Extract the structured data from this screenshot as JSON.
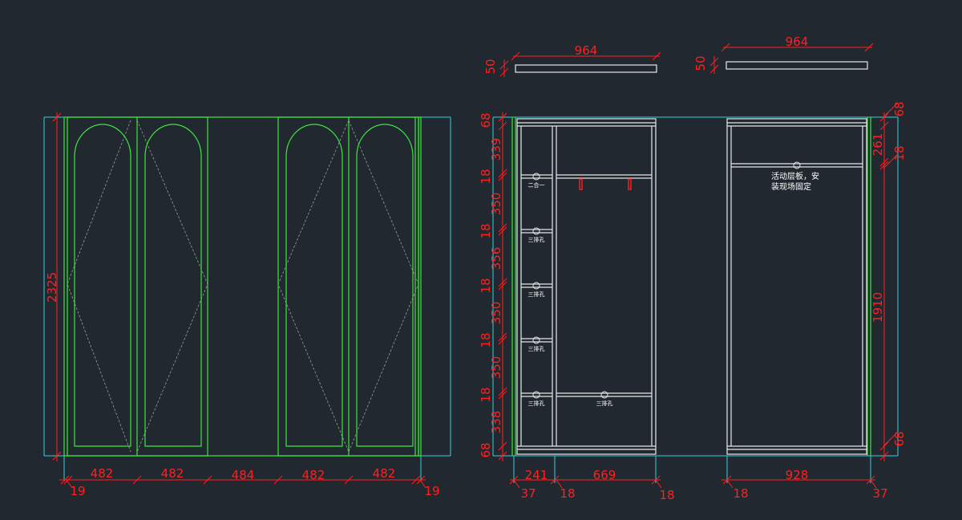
{
  "colors": {
    "background": "#212830",
    "cabinet_green": "#3ce83c",
    "dimension_red": "#ff2020",
    "extension_cyan": "#38d0e0",
    "carcass_white": "#e8e8e8",
    "swing_line_gray": "#9a9a9a"
  },
  "left_elevation": {
    "height": "2325",
    "widths": [
      "482",
      "482",
      "484",
      "482",
      "482"
    ],
    "edges": [
      "19",
      "19"
    ]
  },
  "top_boards": [
    {
      "width": "964",
      "thickness": "50"
    },
    {
      "width": "964",
      "thickness": "50"
    }
  ],
  "right_elevation": {
    "left_stack": [
      "68",
      "339",
      "18",
      "350",
      "18",
      "356",
      "18",
      "350",
      "18",
      "350",
      "18",
      "338",
      "68"
    ],
    "right_stack": [
      "68",
      "261",
      "18",
      "1910",
      "68"
    ],
    "bottom_widths": [
      "241",
      "669",
      "928"
    ],
    "bottom_thickness": [
      "37",
      "18",
      "18",
      "18",
      "37"
    ],
    "note_line1": "活动层板，安",
    "note_line2": "装现场固定",
    "hole_labels": [
      "二合一",
      "三排孔",
      "三排孔",
      "三排孔",
      "三排孔",
      "三排孔"
    ]
  }
}
